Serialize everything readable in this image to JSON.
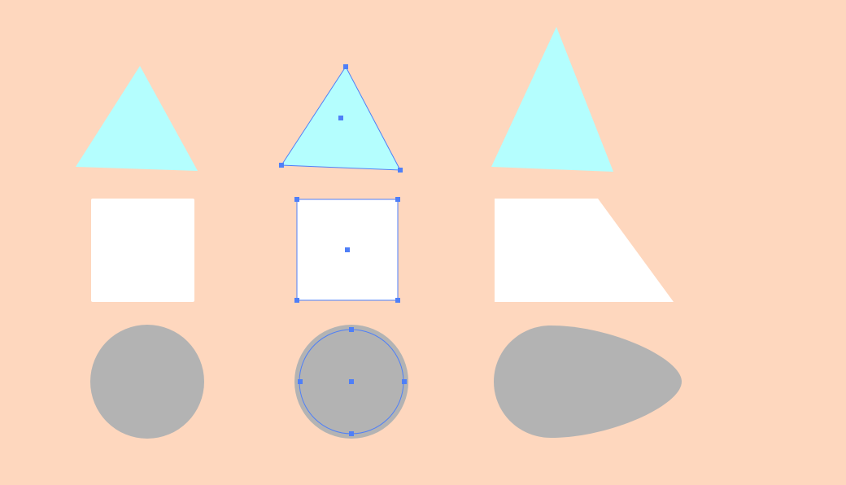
{
  "colors": {
    "background": "#fed7be",
    "triangle_fill": "#b4fefe",
    "square_fill": "#ffffff",
    "circle_fill": "#b3b3b3",
    "selection": "#4f7ff7"
  },
  "rows": [
    {
      "shape": "triangle",
      "items": [
        {
          "state": "original",
          "selected": false
        },
        {
          "state": "original",
          "selected": true
        },
        {
          "state": "transformed",
          "selected": false
        }
      ]
    },
    {
      "shape": "square",
      "items": [
        {
          "state": "original",
          "selected": false
        },
        {
          "state": "original",
          "selected": true
        },
        {
          "state": "transformed",
          "selected": false
        }
      ]
    },
    {
      "shape": "circle",
      "items": [
        {
          "state": "original",
          "selected": false
        },
        {
          "state": "original",
          "selected": true
        },
        {
          "state": "transformed",
          "selected": false
        }
      ]
    }
  ]
}
